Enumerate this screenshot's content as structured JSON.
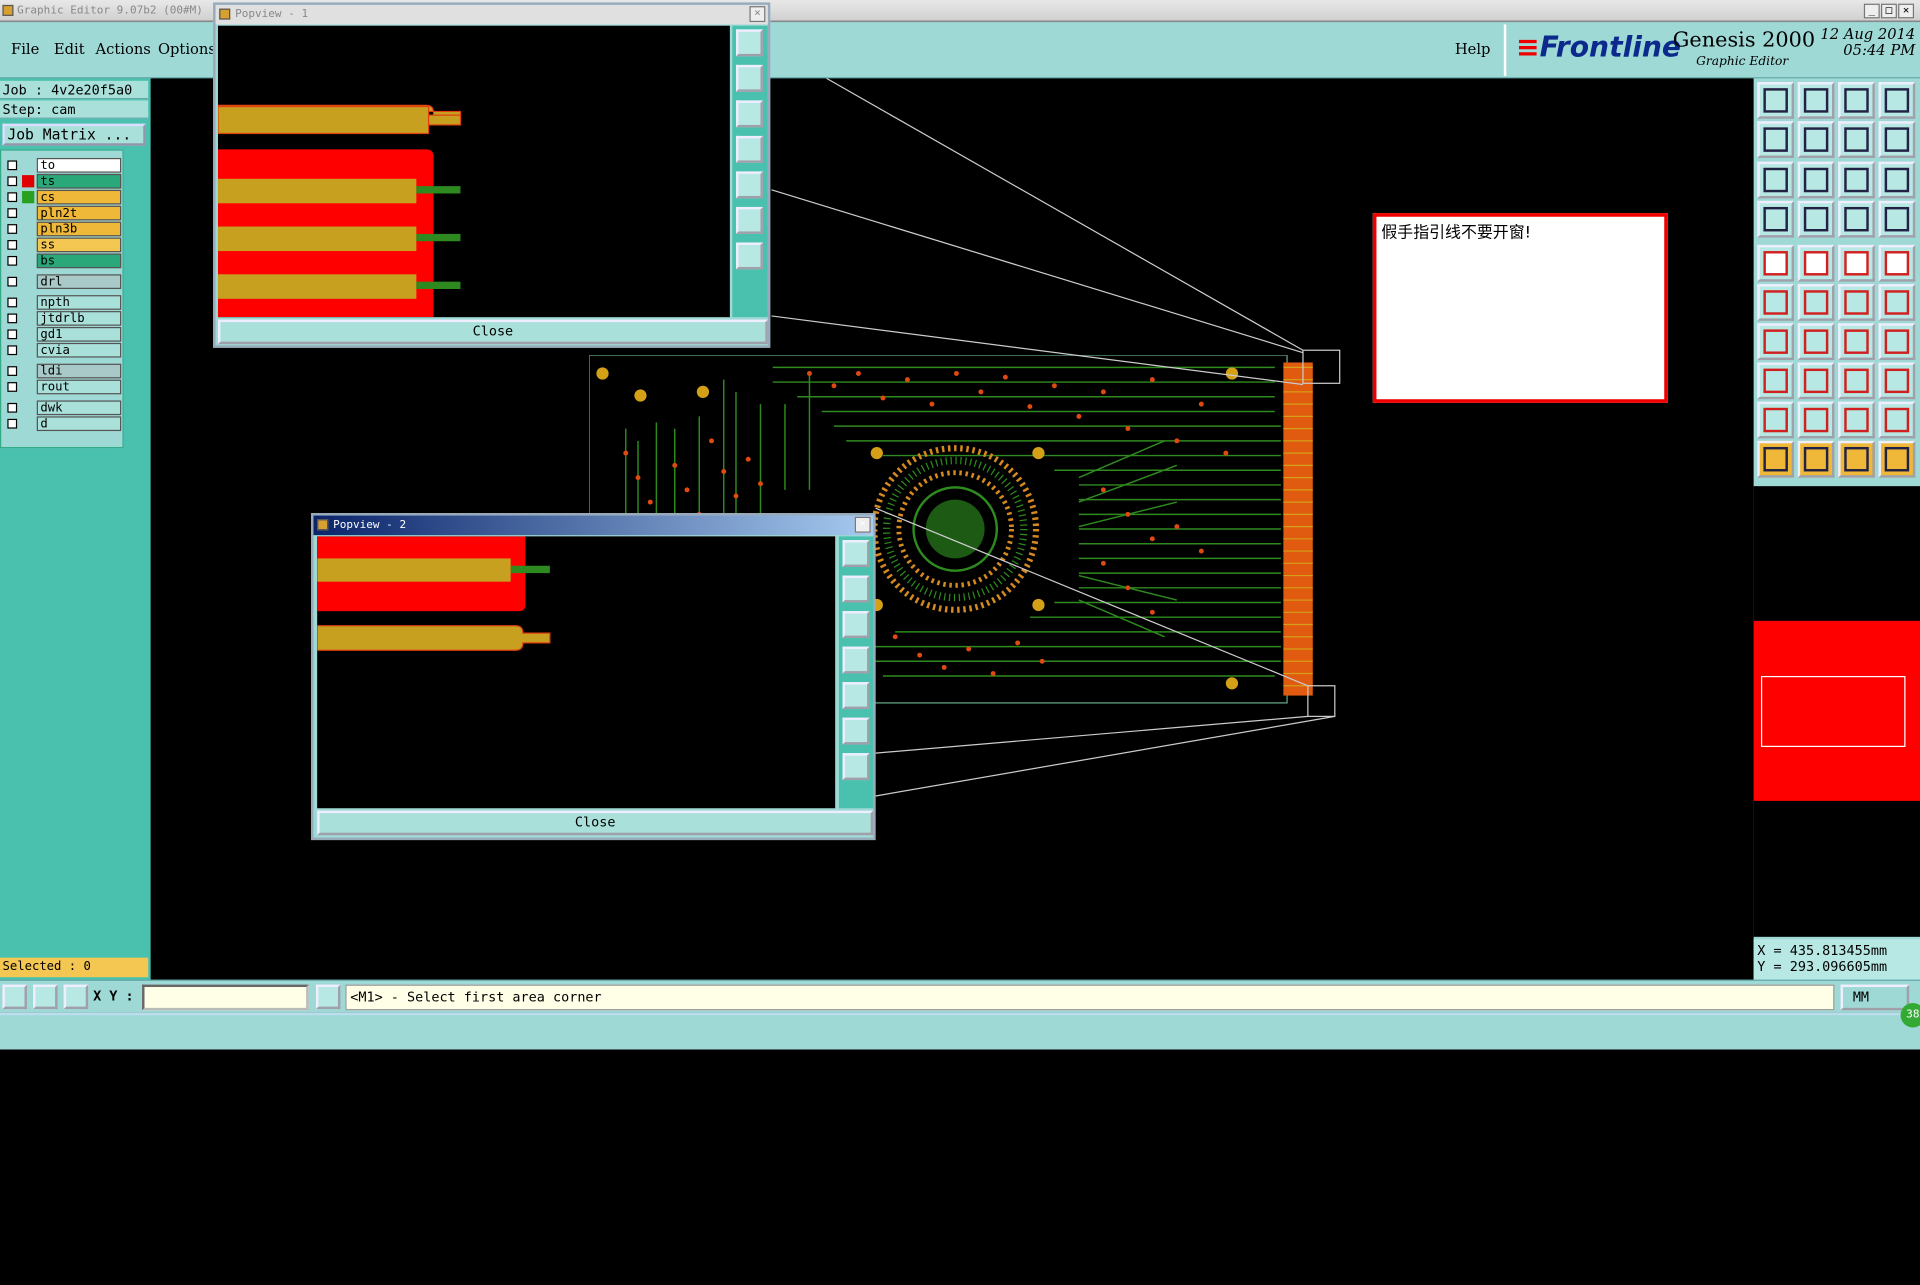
{
  "title_bar": {
    "title": "Graphic Editor 9.07b2 (00#M)"
  },
  "menu": {
    "file": "File",
    "edit": "Edit",
    "actions": "Actions",
    "options": "Options",
    "help": "Help"
  },
  "branding": {
    "brand": "Frontline",
    "product": "Genesis 2000",
    "subtitle": "Graphic Editor",
    "date": "12 Aug 2014",
    "time": "05:44 PM"
  },
  "job": {
    "job_label": "Job : 4v2e20f5a0",
    "step_label": "Step: cam",
    "matrix_button": "Job Matrix ..."
  },
  "layers": [
    {
      "name": "to",
      "color": "#ffffff",
      "swatch": ""
    },
    {
      "name": "ts",
      "color": "#2aa87a",
      "swatch": "#e00000"
    },
    {
      "name": "cs",
      "color": "#f0b838",
      "swatch": "#2aa020"
    },
    {
      "name": "pln2t",
      "color": "#f0b838",
      "swatch": ""
    },
    {
      "name": "pln3b",
      "color": "#f0b838",
      "swatch": ""
    },
    {
      "name": "ss",
      "color": "#f4c752",
      "swatch": ""
    },
    {
      "name": "bs",
      "color": "#2aa87a",
      "swatch": ""
    },
    {
      "name": "drl",
      "color": "#a9c8c8",
      "swatch": ""
    },
    {
      "name": "npth",
      "color": "#a9e0da",
      "swatch": ""
    },
    {
      "name": "jtdrlb",
      "color": "#a9e0da",
      "swatch": ""
    },
    {
      "name": "gd1",
      "color": "#a9e0da",
      "swatch": ""
    },
    {
      "name": "cvia",
      "color": "#a9e0da",
      "swatch": ""
    },
    {
      "name": "ldi",
      "color": "#a9c8c8",
      "swatch": ""
    },
    {
      "name": "rout",
      "color": "#a9e0da",
      "swatch": ""
    },
    {
      "name": "dwk",
      "color": "#a9e0da",
      "swatch": ""
    },
    {
      "name": "d",
      "color": "#a9e0da",
      "swatch": ""
    }
  ],
  "selected": "Selected : 0",
  "popview1": {
    "title": "Popview - 1",
    "close": "Close"
  },
  "popview2": {
    "title": "Popview - 2",
    "close": "Close"
  },
  "annotation": "假手指引线不要开窗!",
  "coords": {
    "x": "X = 435.813455mm",
    "y": "Y = 293.096605mm"
  },
  "bottom": {
    "xy_label": "X Y :",
    "message": "<M1> - Select first area corner",
    "units": "MM",
    "badge": "38"
  }
}
